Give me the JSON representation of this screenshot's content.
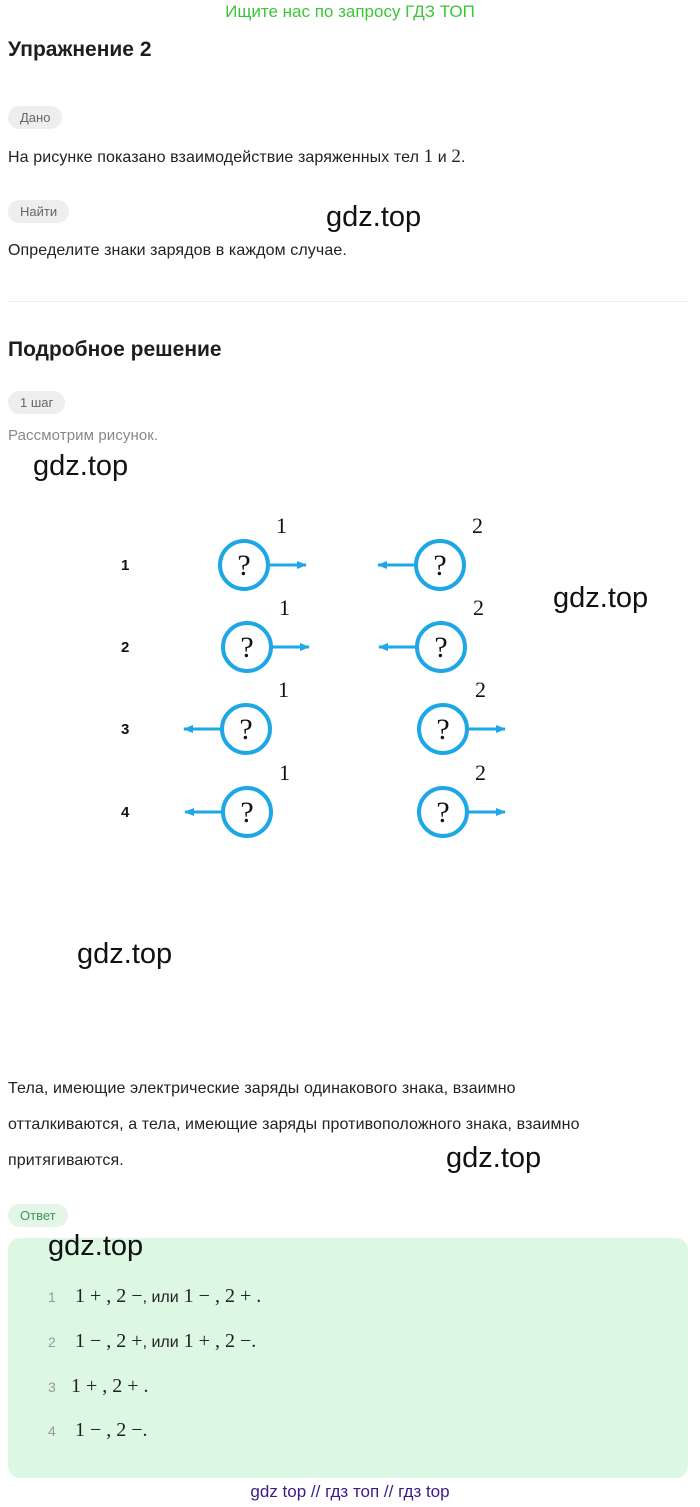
{
  "banner": "Ищите нас по запросу ГДЗ ТОП",
  "exercise_title": "Упражнение 2",
  "given": {
    "tag": "Дано",
    "text_before": "На рисунке показано взаимодействие заряженных тел ",
    "body1": "1",
    "conj": " и ",
    "body2": "2",
    "text_after": "."
  },
  "find": {
    "tag": "Найти",
    "text": "Определите знаки зарядов в каждом случае."
  },
  "solution": {
    "title": "Подробное решение",
    "step_tag": "1 шаг",
    "step_text": "Рассмотрим рисунок.",
    "explanation_line1": "Тела, имеющие электрические заряды одинакового знака, взаимно",
    "explanation_line2": "отталкиваются, а тела, имеющие заряды противоположного знака, взаимно",
    "explanation_line3": "притягиваются."
  },
  "figure": {
    "question_mark": "?",
    "rows": [
      {
        "num": "1",
        "body1_label": "1",
        "body2_label": "2",
        "force": "attract"
      },
      {
        "num": "2",
        "body1_label": "1",
        "body2_label": "2",
        "force": "attract"
      },
      {
        "num": "3",
        "body1_label": "1",
        "body2_label": "2",
        "force": "repel"
      },
      {
        "num": "4",
        "body1_label": "1",
        "body2_label": "2",
        "force": "repel"
      }
    ],
    "arrow_color": "#1ea7e6"
  },
  "answer": {
    "tag": "Ответ",
    "or_word": ", или",
    "items": [
      {
        "num": "1",
        "a": "1 + ,  2 −",
        "b": "1 − ,  2  + ."
      },
      {
        "num": "2",
        "a": "1 − ,  2 +",
        "b": "1 + ,  2 −."
      },
      {
        "num": "3",
        "a": "1 + ,  2  +  .",
        "b": ""
      },
      {
        "num": "4",
        "a": "1 − , 2 −.",
        "b": ""
      }
    ]
  },
  "watermark": "gdz.top",
  "footer": "gdz top  //  гдз топ  //  гдз top"
}
